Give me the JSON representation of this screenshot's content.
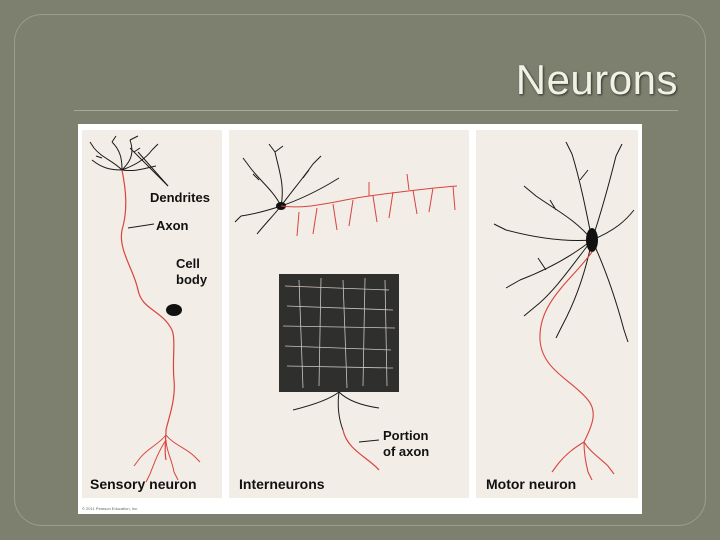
{
  "slide": {
    "title": "Neurons"
  },
  "figure": {
    "labels": {
      "dendrites": "Dendrites",
      "axon": "Axon",
      "cell_body_1": "Cell",
      "cell_body_2": "body",
      "portion_1": "Portion",
      "portion_2": "of axon"
    },
    "captions": {
      "sensory": "Sensory neuron",
      "interneurons": "Interneurons",
      "motor": "Motor neuron"
    },
    "copyright": "© 2011 Pearson Education, Inc.",
    "colors": {
      "axon": "#d9443e",
      "dendrite": "#1a1a1a",
      "panel": "#f2ede6"
    }
  }
}
